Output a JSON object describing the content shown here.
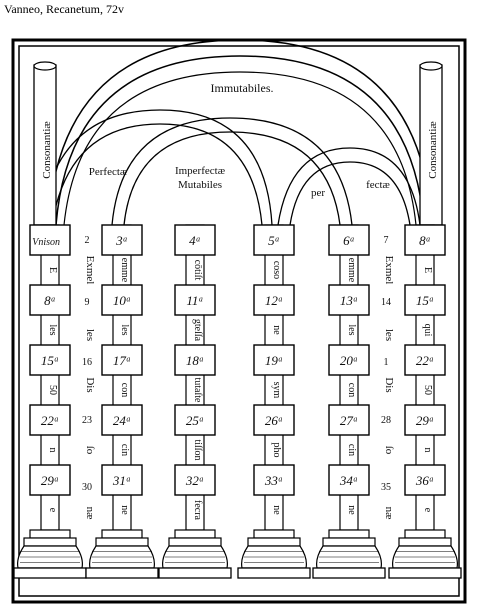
{
  "caption": "Vanneo, Recanetum, 72v",
  "arch_labels": {
    "immutabiles": "Immutabiles.",
    "perfectae": "Perfectæ",
    "imperfectae_1": "Imperfectæ",
    "imperfectae_2": "Mutabiles",
    "per": "per",
    "fectae": "fectæ"
  },
  "side_pillars": {
    "left": "Consonantiæ",
    "right": "Consonantiæ"
  },
  "columns": [
    {
      "key": "unison",
      "boxes": [
        "Vnison",
        "8",
        "15",
        "22",
        "29"
      ],
      "stems": [
        "E",
        "",
        "",
        "",
        "e"
      ],
      "shaft_text": [
        "E",
        "50",
        "n",
        "e"
      ]
    }
  ],
  "box_rows": [
    [
      "Vnisonᷓ",
      "3ᵃ",
      "4ᵃ",
      "5ᵃ",
      "6ᵃ",
      "8ᵃ"
    ],
    [
      "8ᵃ",
      "10ᵃ",
      "11ᵃ",
      "12ᵃ",
      "13ᵃ",
      "15ᵃ"
    ],
    [
      "15ᵃ",
      "17ᵃ",
      "18ᵃ",
      "19ᵃ",
      "20ᵃ",
      "22ᵃ"
    ],
    [
      "22ᵃ",
      "24ᵃ",
      "25ᵃ",
      "26ᵃ",
      "27ᵃ",
      "29ᵃ"
    ],
    [
      "29ᵃ",
      "31ᵃ",
      "32ᵃ",
      "33ᵃ",
      "34ᵃ",
      "36ᵃ"
    ]
  ],
  "shaft_rows": [
    [
      "E",
      "emme",
      "cōtiſt",
      "coso",
      "emme",
      "E"
    ],
    [
      "les",
      "les",
      "gteſſa",
      "ne",
      "les",
      "qui"
    ],
    [
      "50",
      "con",
      "tutaſte",
      "sym",
      "con",
      "50"
    ],
    [
      "n",
      "cin",
      "tiſſon",
      "pho",
      "cin",
      "n"
    ],
    [
      "e",
      "ne",
      "fecra",
      "ne",
      "ne",
      "e"
    ]
  ],
  "side_numbers": {
    "left": [
      "2",
      "9",
      "16",
      "23",
      "30"
    ],
    "right": [
      "7",
      "14",
      "1",
      "28",
      "35"
    ]
  },
  "side_words": {
    "left": [
      "Exmel",
      "les",
      "Dis",
      "ſo",
      "næ"
    ],
    "right": [
      "Exmel",
      "les",
      "Dis",
      "ſo",
      "næ"
    ]
  }
}
